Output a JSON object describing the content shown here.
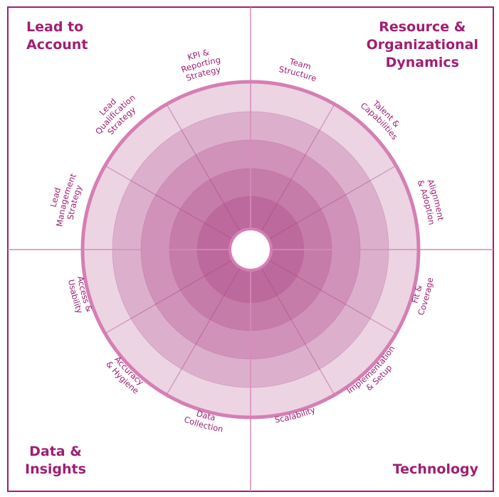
{
  "quadrants": {
    "top_left": {
      "line1": "Lead to",
      "line2": "Account"
    },
    "top_right": {
      "line1": "Resource &",
      "line2": "Organizational",
      "line3": "Dynamics"
    },
    "bottom_left": {
      "line1": "Data &",
      "line2": "Insights"
    },
    "bottom_right": {
      "line1": "Technology"
    }
  },
  "segments": [
    {
      "id": "kpi",
      "lines": [
        "KPI &",
        "Reporting",
        "Strategy"
      ]
    },
    {
      "id": "team",
      "lines": [
        "Team",
        "Structure"
      ]
    },
    {
      "id": "talent",
      "lines": [
        "Talent &",
        "Capabilities"
      ]
    },
    {
      "id": "alignment",
      "lines": [
        "Alignment",
        "& Adoption"
      ]
    },
    {
      "id": "fit",
      "lines": [
        "Fit &",
        "Coverage"
      ]
    },
    {
      "id": "implementation",
      "lines": [
        "Implementation",
        "& Setup"
      ]
    },
    {
      "id": "scalability",
      "lines": [
        "Scalability"
      ]
    },
    {
      "id": "data-collection",
      "lines": [
        "Data",
        "Collection"
      ]
    },
    {
      "id": "accuracy",
      "lines": [
        "Accuracy",
        "& Hygiene"
      ]
    },
    {
      "id": "access",
      "lines": [
        "Access &",
        "Usability"
      ]
    },
    {
      "id": "lead-mgmt",
      "lines": [
        "Lead",
        "Management",
        "Strategy"
      ]
    },
    {
      "id": "lead-qual",
      "lines": [
        "Lead",
        "Qualification",
        "Strategy"
      ]
    }
  ],
  "colors": {
    "frame": "#9e1f72",
    "cross": "#d98abb",
    "text": "#9e1f72",
    "ring1": "#bc6a9e",
    "ring2": "#c67ca9",
    "ring3": "#d192ba",
    "ring4": "#dcb0cd",
    "ring5": "#ecd4e3",
    "outer_border": "#d57fb4"
  }
}
